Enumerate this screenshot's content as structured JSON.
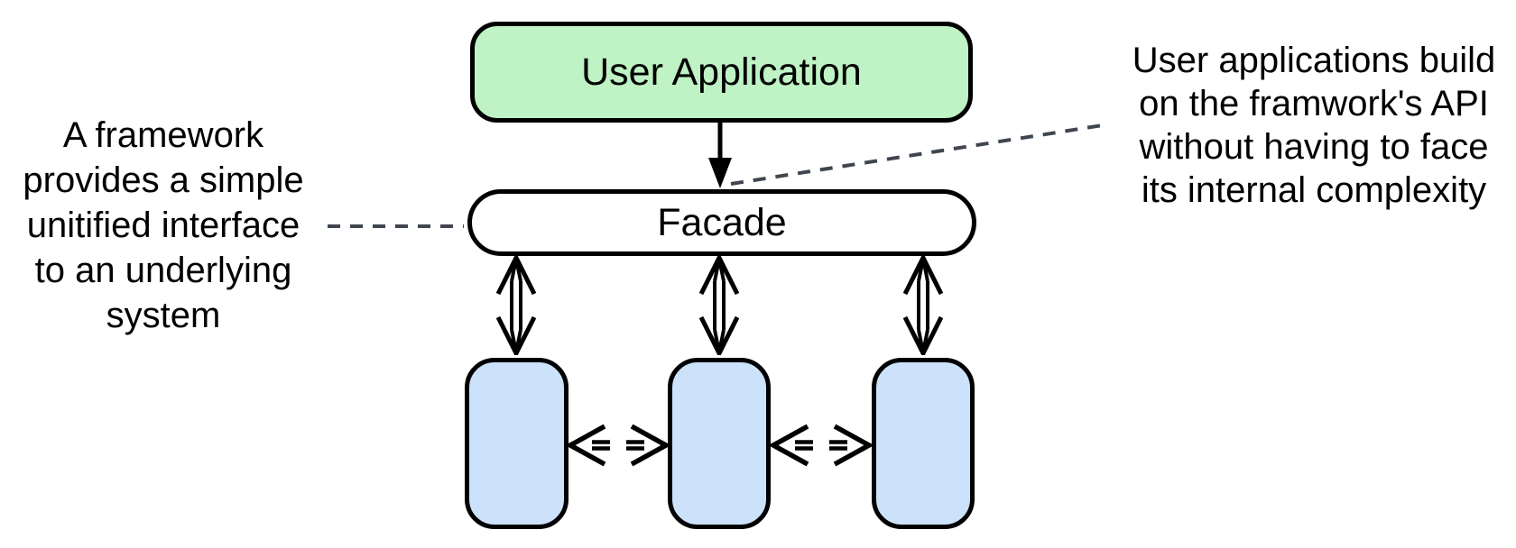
{
  "diagram": {
    "user_application": {
      "label": "User Application"
    },
    "facade": {
      "label": "Facade"
    },
    "subsystems": [
      {
        "label": ""
      },
      {
        "label": ""
      },
      {
        "label": ""
      }
    ]
  },
  "annotations": {
    "left": {
      "lines": [
        "A framework",
        "provides a simple",
        "unitified interface",
        "to an underlying",
        "system"
      ]
    },
    "right": {
      "lines": [
        "User applications build",
        "on the framwork's API",
        "without having to face",
        "its internal complexity"
      ]
    }
  },
  "colors": {
    "user_application_fill": "#bff2c4",
    "facade_fill": "#ffffff",
    "subsystem_fill": "#cce2fb",
    "outline": "#000000",
    "callout_line": "#3f464f",
    "text": "#000000"
  }
}
